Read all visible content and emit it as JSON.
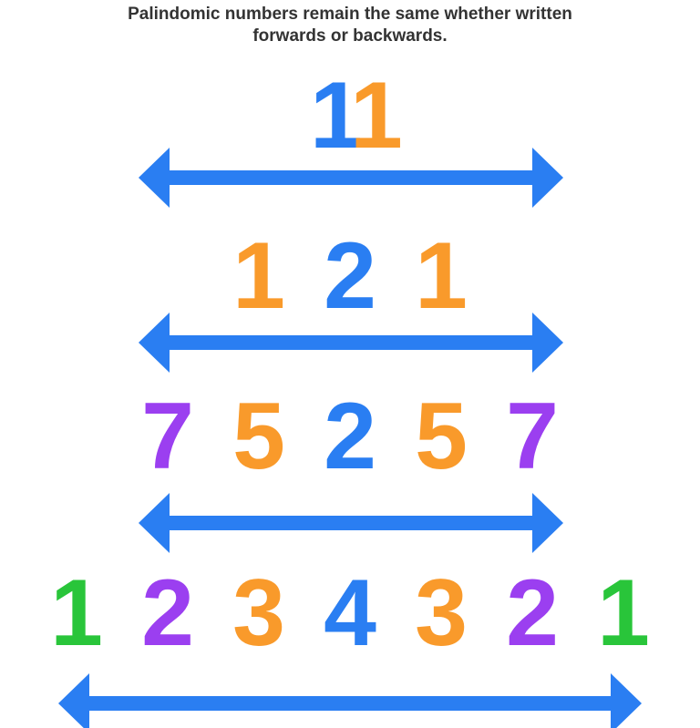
{
  "caption": {
    "line1": "Palindomic numbers remain the same whether written",
    "line2": "forwards or backwards."
  },
  "colors": {
    "blue": "#2a7ef2",
    "orange": "#f99a2b",
    "purple": "#9b3ff0",
    "green": "#29c53a",
    "arrow": "#2a7ef2"
  },
  "rows": [
    {
      "number": "11",
      "digits": [
        "1",
        "1"
      ],
      "colors": [
        "blue",
        "orange"
      ]
    },
    {
      "number": "121",
      "digits": [
        "1",
        "2",
        "1"
      ],
      "colors": [
        "orange",
        "blue",
        "orange"
      ]
    },
    {
      "number": "75257",
      "digits": [
        "7",
        "5",
        "2",
        "5",
        "7"
      ],
      "colors": [
        "purple",
        "orange",
        "blue",
        "orange",
        "purple"
      ]
    },
    {
      "number": "1234321",
      "digits": [
        "1",
        "2",
        "3",
        "4",
        "3",
        "2",
        "1"
      ],
      "colors": [
        "green",
        "purple",
        "orange",
        "blue",
        "orange",
        "purple",
        "green"
      ]
    }
  ],
  "arrow_icon": "double-headed-arrow-icon"
}
